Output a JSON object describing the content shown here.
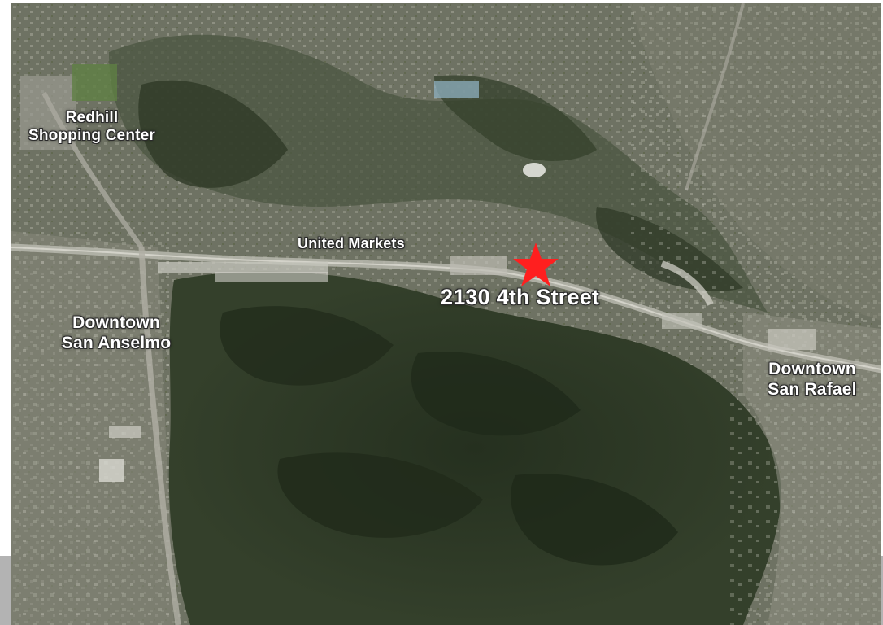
{
  "map": {
    "type": "satellite",
    "place_labels": {
      "redhill": {
        "line1": "Redhill",
        "line2": "Shopping Center"
      },
      "united_markets": "United Markets",
      "downtown_san_anselmo": {
        "line1": "Downtown",
        "line2": "San Anselmo"
      },
      "downtown_san_rafael": {
        "line1": "Downtown",
        "line2": "San Rafael"
      }
    },
    "marker": {
      "label": "2130 4th Street",
      "icon": "star-icon",
      "color": "#ff1f1f"
    }
  },
  "colors": {
    "label_text": "#ffffff",
    "label_outline": "#2b2b2b",
    "bottom_strip": "#b3b3b3",
    "terrain_dark": "#2f3a27",
    "terrain_urban": "#7d7f72"
  }
}
